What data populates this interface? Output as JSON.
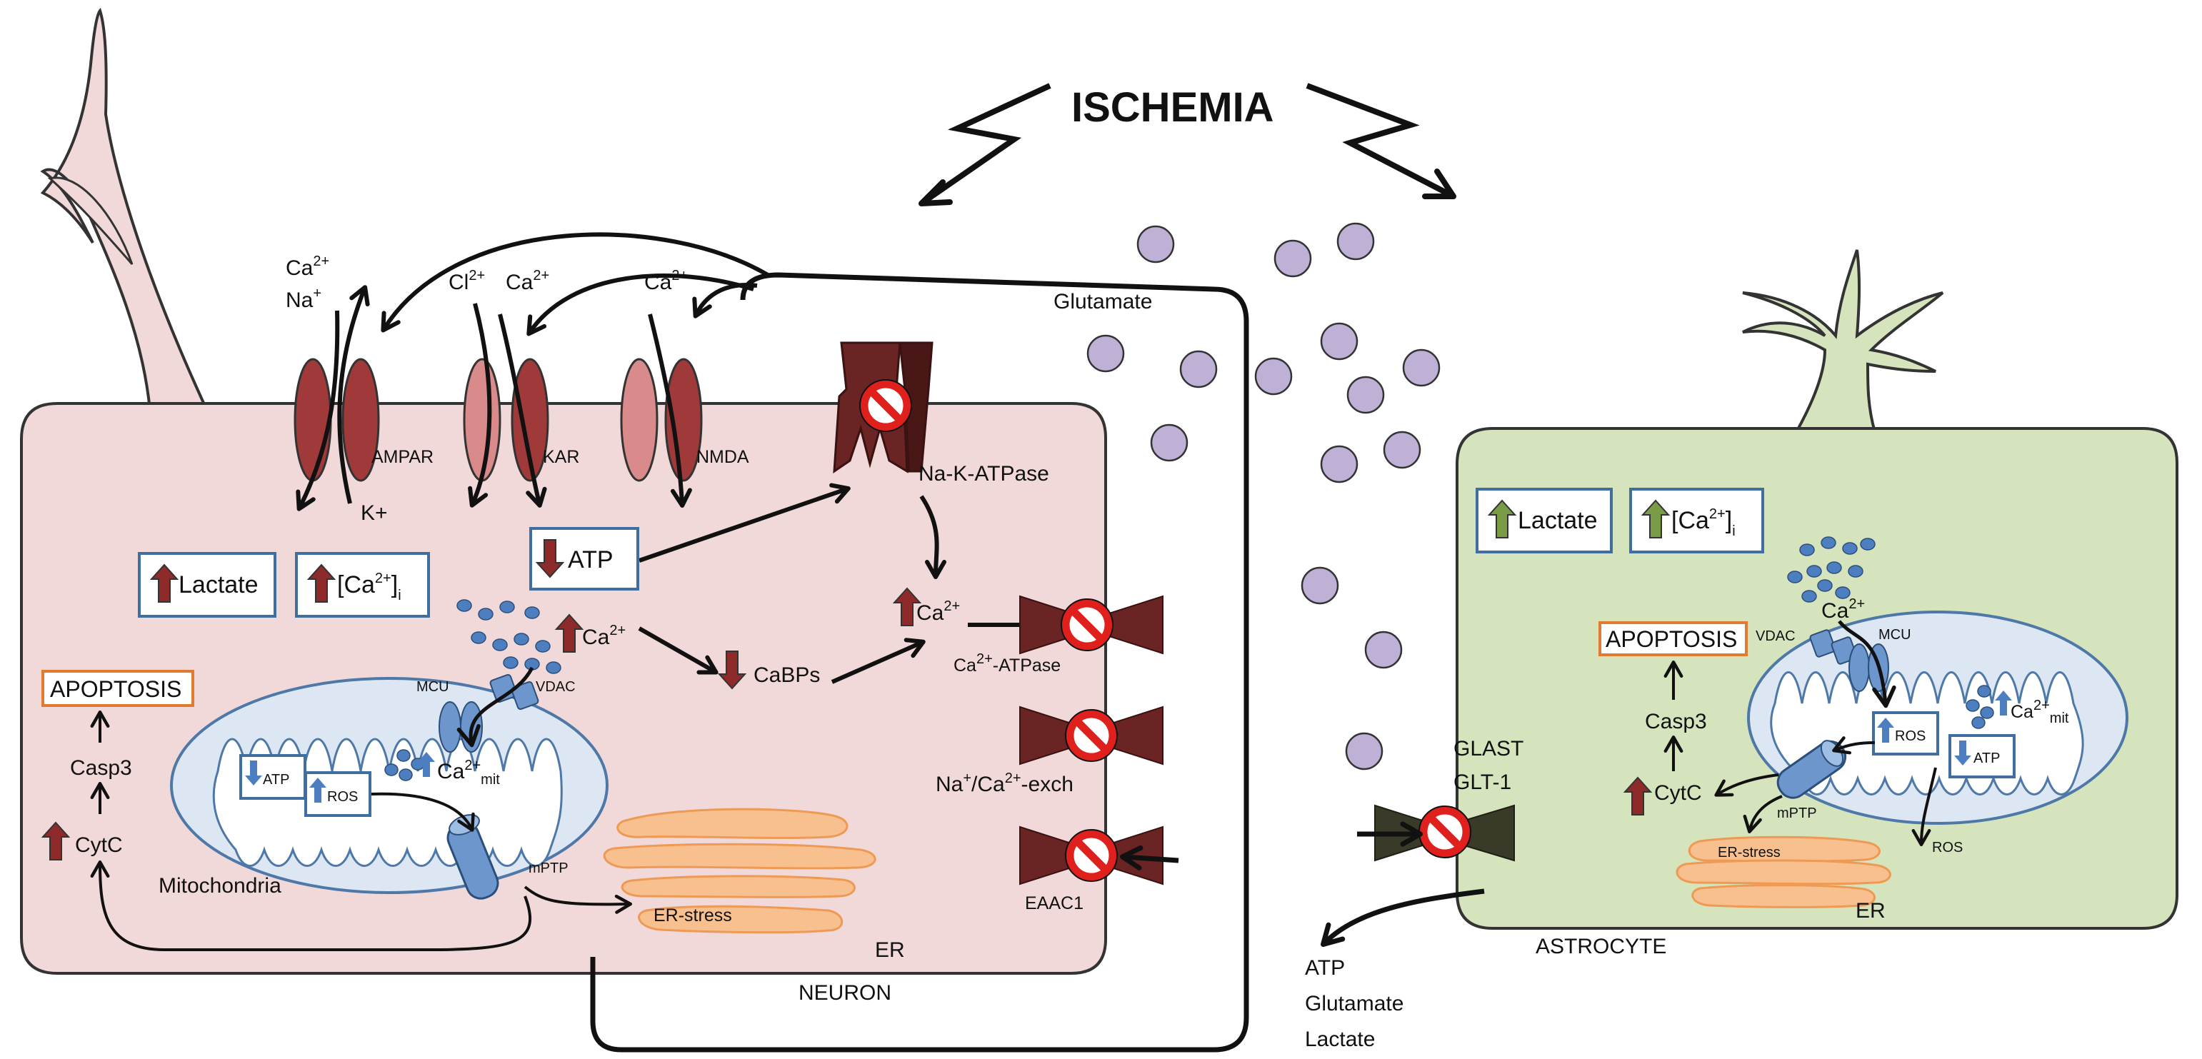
{
  "title": "ISCHEMIA",
  "labels": {
    "glutamate": "Glutamate",
    "ampar": "AMPAR",
    "kar": "KAR",
    "nmda": "NMDA",
    "nakatpase": "Na-K-ATPase",
    "ca": "Ca",
    "na": "Na",
    "cl": "Cl",
    "k": "K+",
    "sup2plus": "2+",
    "supplus": "+",
    "lactate": "Lactate",
    "cai_open": "[Ca",
    "cai_close": "]",
    "sub_i": "i",
    "atp": "ATP",
    "ros": "ROS",
    "mcu": "MCU",
    "vdac": "VDAC",
    "mit_sub": "mit",
    "cabps": "CaBPs",
    "ca_atpase": "-ATPase",
    "na_ca_exch": "-exch",
    "na_ca_mid": "/Ca",
    "eaac1": "EAAC1",
    "apoptosis": "APOPTOSIS",
    "casp3": "Casp3",
    "cytc": "CytC",
    "mitochondria": "Mitochondria",
    "mptp": "mPTP",
    "er_stress": "ER-stress",
    "er": "ER",
    "neuron": "NEURON",
    "glast": "GLAST",
    "glt1": "GLT-1",
    "astrocyte": "ASTROCYTE",
    "out_atp": "ATP",
    "out_glutamate": "Glutamate",
    "out_lactate": "Lactate"
  },
  "colors": {
    "neuron_fill": "#f2d9d9",
    "astro_fill": "#d6e4bd",
    "receptor": "#a03a3a",
    "pump_dark": "#6b2424",
    "astro_pump": "#3a3a28",
    "mito_fill": "#dce7f3",
    "mito_stroke": "#4d78a8",
    "er_fill": "#f8c08e",
    "er_stroke": "#ee9a55",
    "glutamate_dot": "#bfb0d6",
    "box_stroke": "#3f6fa0",
    "apoptosis_stroke": "#e07b30",
    "up_arrow_red": "#8e2a2a",
    "up_arrow_green": "#7a9c46",
    "arrow_blue": "#4d7fc0",
    "prohibit": "#e0201c"
  }
}
